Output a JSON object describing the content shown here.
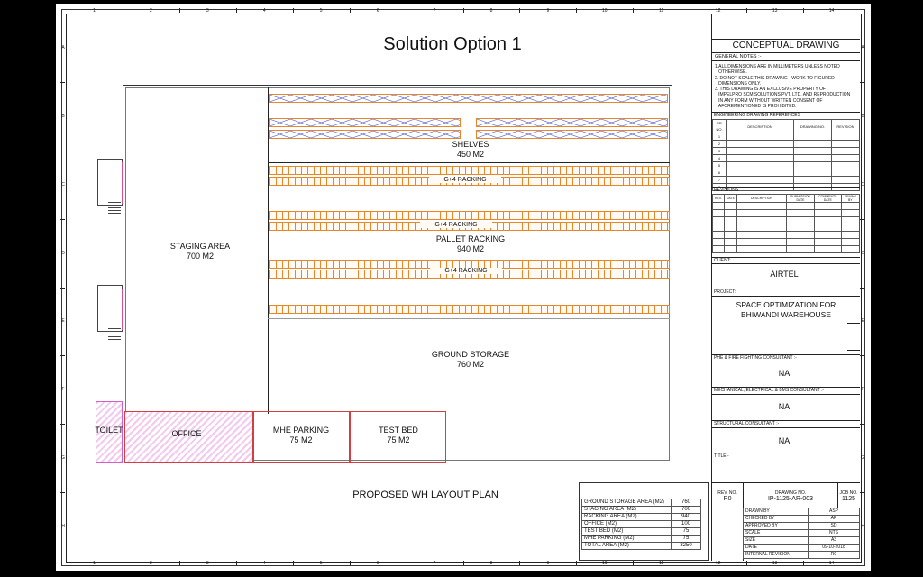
{
  "title": "Solution Option 1",
  "plan_caption": "PROPOSED WH LAYOUT PLAN",
  "areas": {
    "shelves": {
      "name": "SHELVES",
      "area": "450 M2"
    },
    "staging": {
      "name": "STAGING AREA",
      "area": "700 M2"
    },
    "pallet": {
      "name": "PALLET RACKING",
      "area": "940 M2"
    },
    "ground": {
      "name": "GROUND STORAGE",
      "area": "760 M2"
    },
    "toilet": {
      "name": "TOILET"
    },
    "office": {
      "name": "OFFICE"
    },
    "mhe": {
      "name": "MHE PARKING",
      "area": "75 M2"
    },
    "testbed": {
      "name": "TEST BED",
      "area": "75 M2"
    }
  },
  "rack_labels": [
    "G+4 RACKING",
    "G+4 RACKING",
    "G+4 RACKING"
  ],
  "area_table": [
    {
      "label": "GROUND STORAGE AREA (M2)",
      "value": "760"
    },
    {
      "label": "STAGING AREA (M2)",
      "value": "700"
    },
    {
      "label": "RACKING AREA (M2)",
      "value": "940"
    },
    {
      "label": "OFFICE (M2)",
      "value": "100"
    },
    {
      "label": "TEST BED (M2)",
      "value": "75"
    },
    {
      "label": "MHE PARKING (M2)",
      "value": "75"
    },
    {
      "label": "TOTAL AREA (M2)",
      "value": "3250"
    }
  ],
  "title_block": {
    "heading": "CONCEPTUAL DRAWING",
    "general_notes_label": "GENERAL NOTES :-",
    "notes": [
      "1.ALL DIMENSIONS ARE IN MILLIMETERS UNLESS NOTED",
      "   OTHERWISE.",
      "2. DO NOT SCALE THIS DRAWING - WORK TO FIGURED",
      "   DIMENSIONS ONLY.",
      "3. THIS DRAWING IS AN EXCLUSIVE PROPERTY OF",
      "   IMPELPRO SCM SOLUTIONS PVT. LTD. AND REPRODUCTION",
      "   IN ANY FORM WITHOUT WRITTEN CONSENT OF",
      "   AFOREMENTIONED IS PROHIBITED."
    ],
    "eng_refs_label": "ENGINEERING DRAWING REFERENCES",
    "eng_refs_cols": [
      "SR NO.",
      "DESCRIPTION",
      "DRAWING NO.",
      "REVISION"
    ],
    "eng_refs_rows": [
      "1",
      "2",
      "3",
      "4",
      "5",
      "6",
      "7",
      "8"
    ],
    "revisions_label": "REVISIONS",
    "revisions_cols": [
      "REV.",
      "DATE",
      "DESCRIPTION",
      "SUBMISSION DATE",
      "COMMENTS DATE",
      "DRAWN BY"
    ],
    "client_label": "CLIENT:",
    "client": "AIRTEL",
    "project_label": "PROJECT:",
    "project": [
      "SPACE OPTIMIZATION FOR",
      "BHIWANDI WAREHOUSE"
    ],
    "phe_label": "PHE & FIRE FIGHTING CONSULTANT :-",
    "phe": "NA",
    "mep_label": "MECHANICAL, ELECTRICAL & BMS CONSULTANT :-",
    "mep": "NA",
    "struct_label": "STRUCTURAL CONSULTANT :-",
    "struct": "NA",
    "title_label": "TITLE:-",
    "rev_no_label": "REV. NO.",
    "rev_no": "R0",
    "drawing_no_label": "DRAWING NO.",
    "drawing_no": "IP-1125-AR-003",
    "job_no_label": "JOB NO.",
    "job_no": "1125",
    "meta": [
      {
        "label": "DRAWN BY",
        "value": "ASP"
      },
      {
        "label": "CHECKED BY",
        "value": "AP"
      },
      {
        "label": "APPROVED BY",
        "value": "SD"
      },
      {
        "label": "SCALE",
        "value": "NTS"
      },
      {
        "label": "SIZE",
        "value": "A3"
      },
      {
        "label": "DATE",
        "value": "09-10-2018"
      },
      {
        "label": "INTERNAL REVISION",
        "value": "R0"
      }
    ]
  },
  "grid_numbers": [
    "1",
    "2",
    "3",
    "4",
    "5",
    "6",
    "7",
    "8",
    "9",
    "10",
    "11",
    "12",
    "13",
    "14"
  ],
  "grid_letters": [
    "A",
    "B",
    "C",
    "D",
    "E",
    "F",
    "G",
    "H"
  ]
}
